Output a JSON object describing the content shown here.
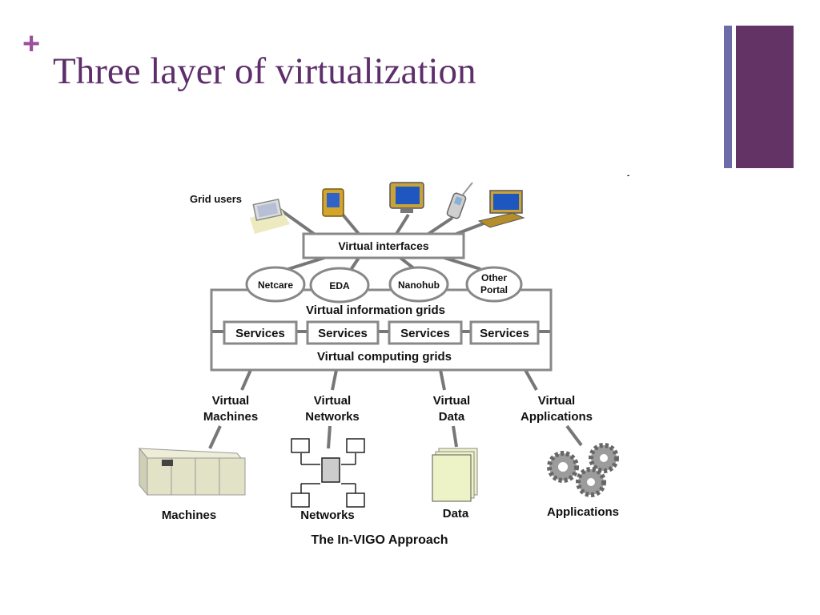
{
  "slide": {
    "plus": "+",
    "title": "Three layer of virtualization",
    "colors": {
      "title": "#5e2d6b",
      "accent": "#9b4f9c",
      "bar_thin": "#6e6ca8",
      "bar_wide": "#643366"
    }
  },
  "diagram": {
    "grid_users": "Grid users",
    "virtual_interfaces": "Virtual interfaces",
    "portals": [
      {
        "label": "Netcare"
      },
      {
        "label": "EDA"
      },
      {
        "label": "Nanohub"
      },
      {
        "line1": "Other",
        "line2": "Portal"
      }
    ],
    "virtual_information_grids": "Virtual information grids",
    "services": [
      "Services",
      "Services",
      "Services",
      "Services"
    ],
    "virtual_computing_grids": "Virtual computing grids",
    "virtual_layers": [
      {
        "line1": "Virtual",
        "line2": "Machines"
      },
      {
        "line1": "Virtual",
        "line2": "Networks"
      },
      {
        "line1": "Virtual",
        "line2": "Data"
      },
      {
        "line1": "Virtual",
        "line2": "Applications"
      }
    ],
    "resources": [
      "Machines",
      "Networks",
      "Data",
      "Applications"
    ],
    "caption": "The In-VIGO Approach",
    "stray_mark": "-"
  }
}
